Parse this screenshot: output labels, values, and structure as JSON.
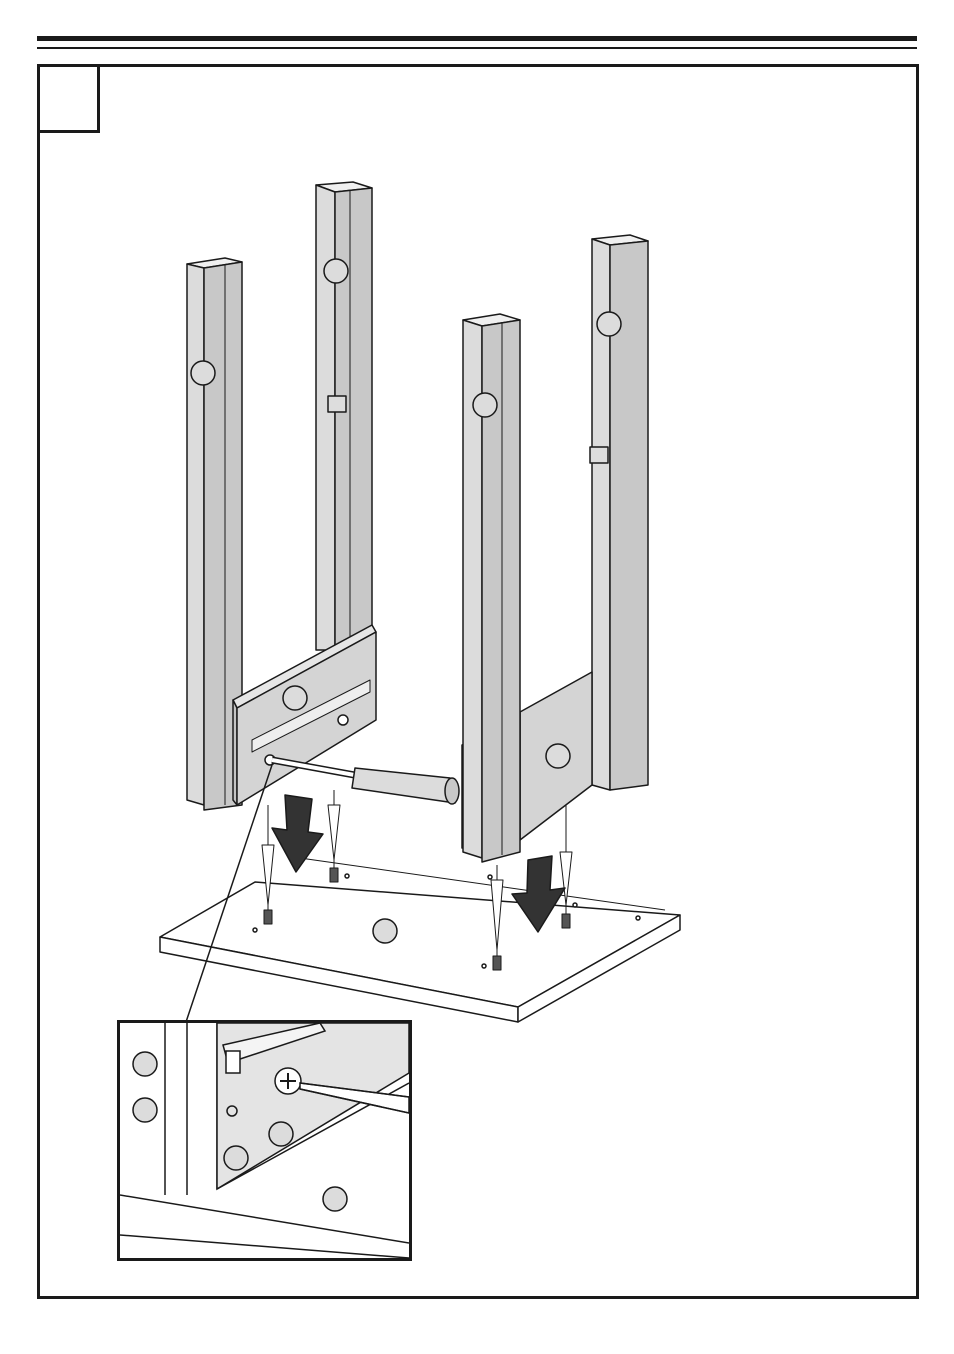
{
  "page": {
    "step_number": "",
    "colors": {
      "line": "#1a1a1a",
      "panel_fill": "#dcdcdc",
      "panel_side": "#c4c4c4",
      "white": "#ffffff"
    }
  },
  "illustration": {
    "parts": [
      "leg-front-left",
      "leg-back-left",
      "leg-front-right",
      "leg-back-right",
      "side-panel-left",
      "side-panel-right",
      "tabletop",
      "screwdriver",
      "dowel-pins",
      "down-arrow-left",
      "down-arrow-right",
      "callout-markers"
    ],
    "icons": [
      "down-arrow-icon",
      "screwdriver-icon",
      "dowel-icon",
      "bracket-icon"
    ]
  },
  "detail_inset": {
    "icons": [
      "screw-head-icon",
      "screwdriver-tip-icon",
      "drawer-rail-icon"
    ]
  }
}
